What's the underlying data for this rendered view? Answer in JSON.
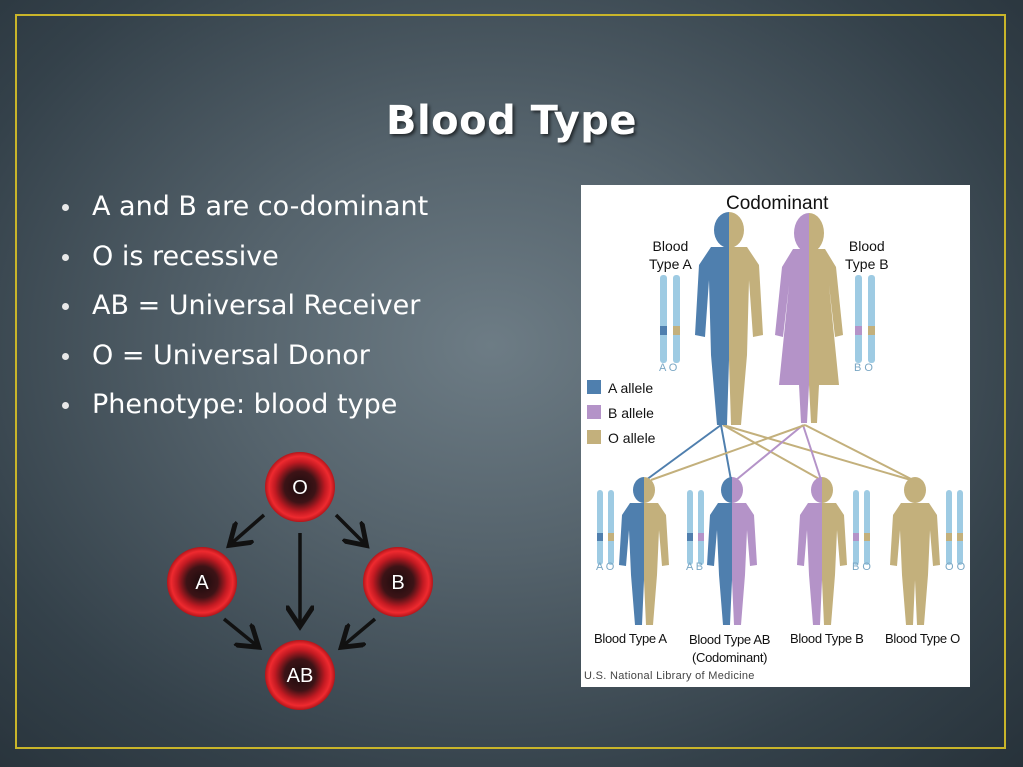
{
  "slide": {
    "title": "Blood Type",
    "bullets": [
      "A and B are co-dominant",
      "O is recessive",
      "AB = Universal Receiver",
      "O = Universal Donor",
      "Phenotype: blood type"
    ]
  },
  "blood_diagram": {
    "nodes": {
      "o": "O",
      "a": "A",
      "b": "B",
      "ab": "AB"
    }
  },
  "codominant_figure": {
    "title": "Codominant",
    "parent_a": {
      "line1": "Blood",
      "line2": "Type A",
      "alleles": "A O"
    },
    "parent_b": {
      "line1": "Blood",
      "line2": "Type B",
      "alleles": "B O"
    },
    "legend": [
      "A allele",
      "B allele",
      "O allele"
    ],
    "children": [
      {
        "alleles": "A O",
        "label": "Blood Type A",
        "sub": ""
      },
      {
        "alleles": "A B",
        "label": "Blood Type AB",
        "sub": "(Codominant)"
      },
      {
        "alleles": "B O",
        "label": "Blood Type B",
        "sub": ""
      },
      {
        "alleles": "O O",
        "label": "Blood Type O",
        "sub": ""
      }
    ],
    "credit": "U.S. National Library of Medicine"
  },
  "colors": {
    "a_allele": "#4f7fae",
    "b_allele": "#b493c8",
    "o_allele": "#c3b07c",
    "chromosome": "#9ecbe3",
    "frame": "#c9b52a",
    "cell_red": "#e3191f"
  }
}
